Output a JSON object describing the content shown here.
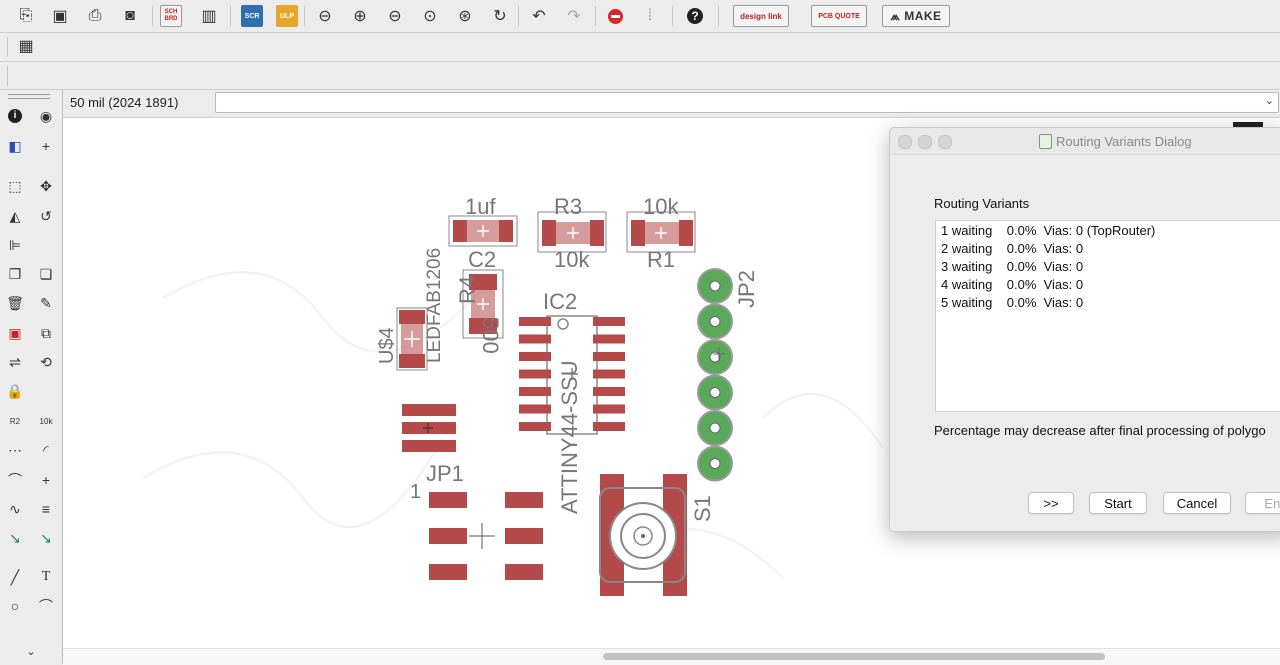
{
  "toolbar": {
    "badges": {
      "design_link": "design link",
      "pcb_quote": "PCB QUOTE",
      "make": "MAKE",
      "sch": "SCH BRD",
      "scr": "SCR",
      "ulp": "ULP"
    }
  },
  "coordinate_bar": {
    "coordinate": "50 mil (2024 1891)",
    "command_value": ""
  },
  "board": {
    "labels": {
      "c_1uf": "1uf",
      "r3": "R3",
      "r3_val": "10k",
      "r1_val": "10k",
      "r1": "R1",
      "c2": "C2",
      "r4": "R4",
      "r4_val": "500",
      "led": "LEDFAB1206",
      "u4": "U$4",
      "ic2": "IC2",
      "attiny": "ATTINY44-SSU",
      "jp2": "JP2",
      "jp1": "JP1",
      "pin1": "1",
      "s1": "S1"
    }
  },
  "dialog": {
    "title": "Routing Variants Dialog",
    "heading": "Routing Variants",
    "variants": [
      "1 waiting    0.0%  Vias: 0 (TopRouter)",
      "2 waiting    0.0%  Vias: 0",
      "3 waiting    0.0%  Vias: 0",
      "4 waiting    0.0%  Vias: 0",
      "5 waiting    0.0%  Vias: 0"
    ],
    "note": "Percentage may decrease after final processing of polygo",
    "buttons": {
      "more": ">>",
      "start": "Start",
      "cancel": "Cancel",
      "end": "End"
    }
  },
  "colors": {
    "pad": "#b54a4a",
    "via": "#5aa95a",
    "silk": "#7a7a7a"
  }
}
